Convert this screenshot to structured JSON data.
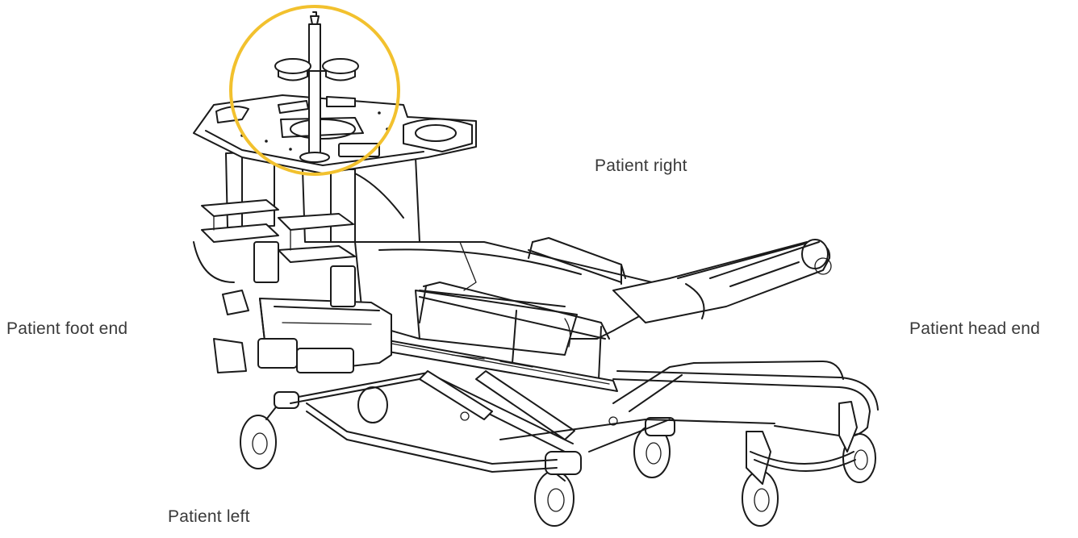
{
  "labels": {
    "patient_right": "Patient right",
    "patient_foot_end": "Patient foot end",
    "patient_head_end": "Patient head end",
    "patient_left": "Patient left"
  },
  "colors": {
    "highlight_circle": "#F2C12E",
    "line_art": "#1a1a1a",
    "label_text": "#3a3a3a"
  },
  "icons": {
    "illustration": "stretcher-line-drawing"
  }
}
